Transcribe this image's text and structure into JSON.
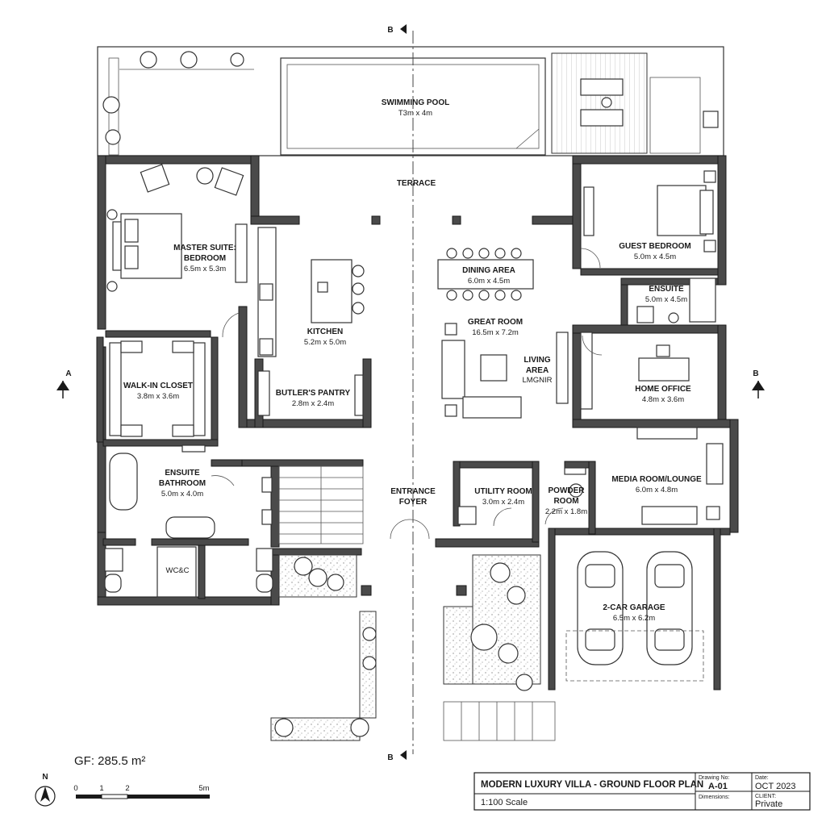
{
  "section_markers": {
    "a_left": "A",
    "a_right": "B",
    "b_top": "B",
    "b_bottom": "B"
  },
  "rooms": {
    "pool": {
      "name": "SWIMMING POOL",
      "dim": "T3m x 4m"
    },
    "terrace": {
      "name": "TERRACE"
    },
    "master": {
      "name": "MASTER SUITE:",
      "name2": "BEDROOM",
      "dim": "6.5m x 5.3m"
    },
    "closet": {
      "name": "WALK-IN CLOSET",
      "dim": "3.8m x 3.6m"
    },
    "kitchen": {
      "name": "KITCHEN",
      "dim": "5.2m x 5.0m"
    },
    "pantry": {
      "name": "BUTLER'S PANTRY",
      "dim": "2.8m x 2.4m"
    },
    "dining": {
      "name": "DINING AREA",
      "dim": "6.0m x 4.5m"
    },
    "great": {
      "name": "GREAT ROOM",
      "dim": "16.5m x 7.2m"
    },
    "living": {
      "name": "LIVING",
      "name2": "AREA",
      "sub": "LMGNIR"
    },
    "guest": {
      "name": "GUEST BEDROOM",
      "dim": "5.0m x 4.5m"
    },
    "ensuite_guest": {
      "name": "ENSUITE",
      "dim": "5.0m x 4.5m"
    },
    "office": {
      "name": "HOME OFFICE",
      "dim": "4.8m x 3.6m"
    },
    "bath": {
      "name": "ENSUITE",
      "name2": "BATHROOM",
      "dim": "5.0m x 4.0m"
    },
    "wc": {
      "name": "WC&C"
    },
    "foyer": {
      "name": "ENTRANCE",
      "name2": "FOYER"
    },
    "utility": {
      "name": "UTILITY ROOM",
      "dim": "3.0m x 2.4m"
    },
    "powder": {
      "name": "POWDER",
      "name2": "ROOM",
      "dim": "2.2m x 1.8m"
    },
    "media": {
      "name": "MEDIA ROOM/LOUNGE",
      "dim": "6.0m x 4.8m"
    },
    "garage": {
      "name": "2-CAR GARAGE",
      "dim": "6.5m x 6.2m"
    }
  },
  "legend": {
    "area": "GF: 285.5 m²",
    "north": "N",
    "scale_ticks": [
      "0",
      "1",
      "2",
      "5m"
    ]
  },
  "title_block": {
    "title": "MODERN LUXURY VILLA - GROUND FLOOR PLAN",
    "scale": "1:100 Scale",
    "drawing_no_label": "Drawing No:",
    "drawing_no": "A-01",
    "dimensions_label": "Dimensions:",
    "date_label": "Date:",
    "date": "OCT 2023",
    "client_label": "CLIENT:",
    "client": "Private"
  },
  "colors": {
    "wall": "#4a4a4a",
    "line": "#333333",
    "paper": "#ffffff"
  }
}
